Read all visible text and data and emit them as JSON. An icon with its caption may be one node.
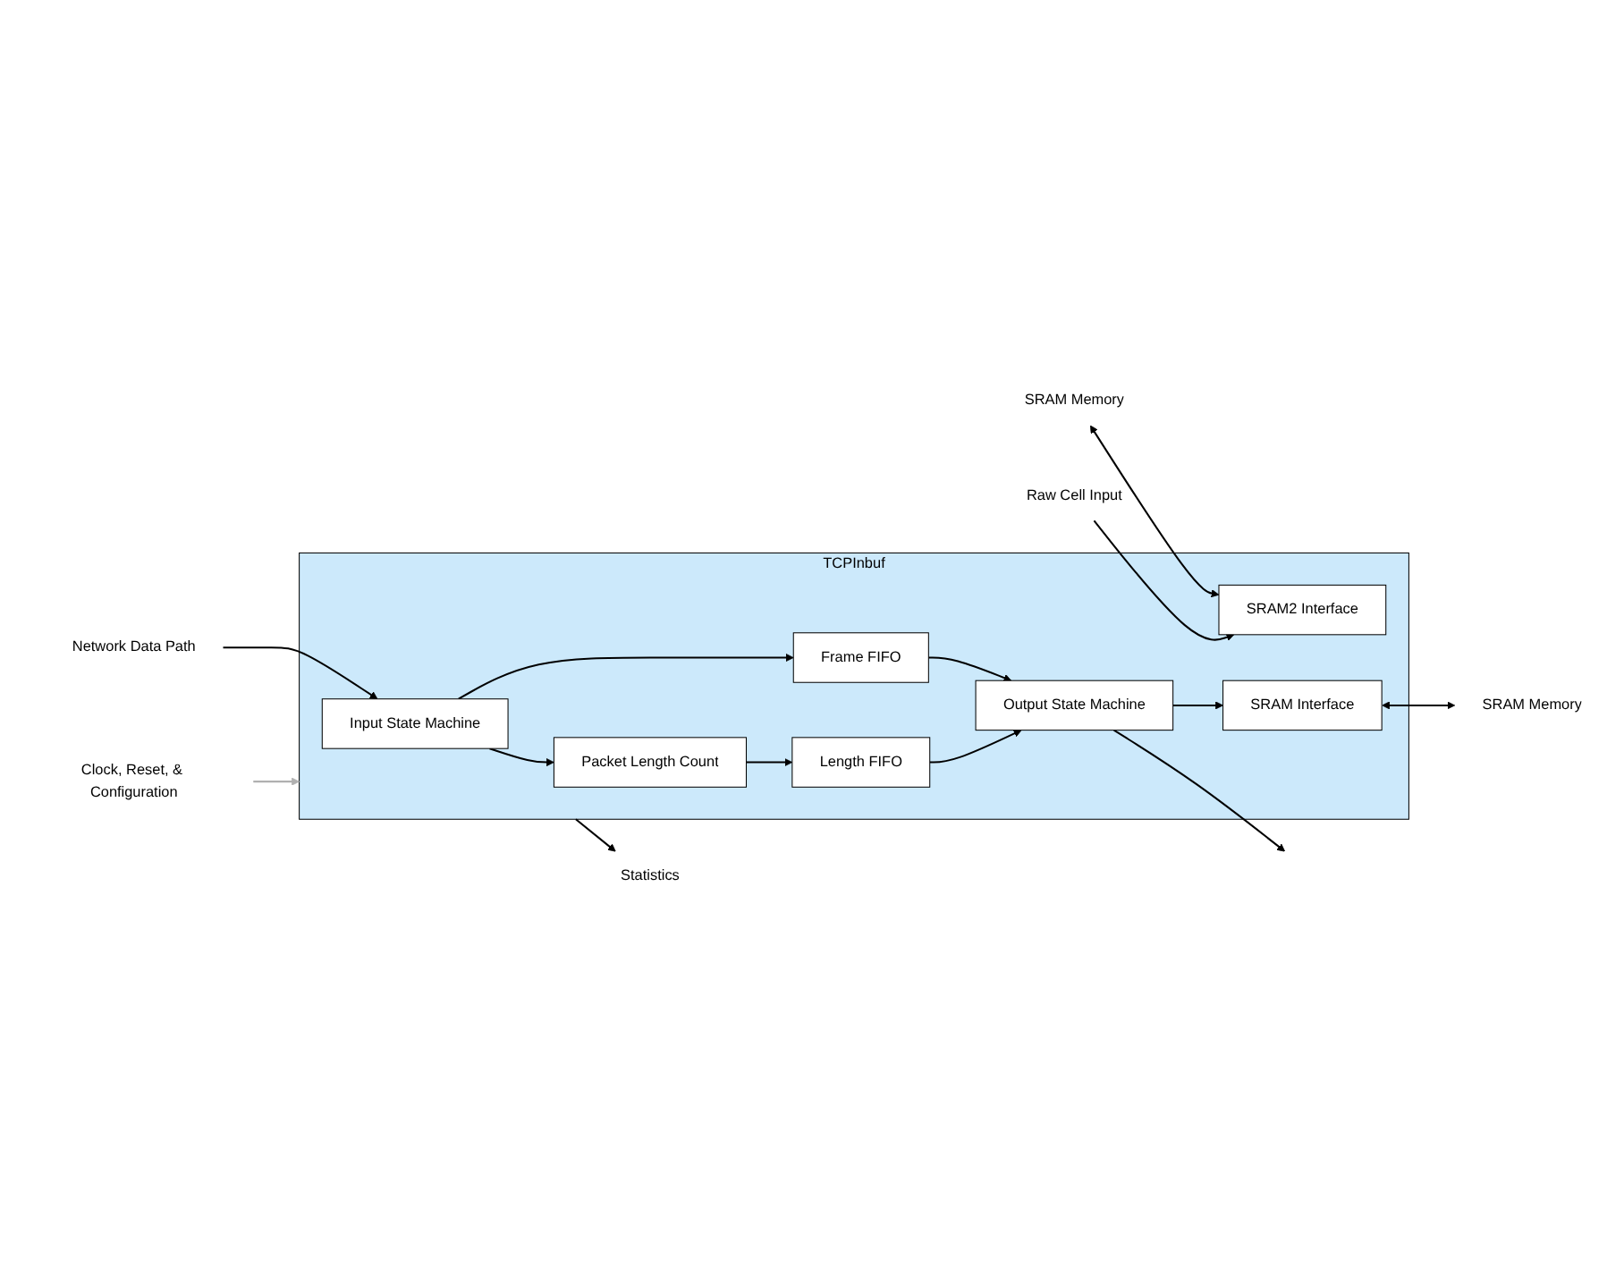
{
  "diagram": {
    "nodes": [
      {
        "text": [
          "TCPInbuf"
        ]
      },
      {
        "text": [
          "Input State Machine"
        ],
        "in": 0
      },
      {
        "text": [
          "Frame FIFO"
        ],
        "in": 0
      },
      {
        "text": [
          "Output State Machine"
        ],
        "in": 0
      },
      {
        "text": [
          "Packet Length Count"
        ],
        "in": 0
      },
      {
        "text": [
          "Length FIFO"
        ],
        "in": 0
      },
      {
        "text": [
          "SRAM2 Interface"
        ],
        "in": 0
      },
      {
        "text": [
          "SRAM Interface"
        ],
        "in": 0
      },
      {
        "text": [
          "Clock, Reset, & Configuration"
        ]
      },
      {
        "text": [
          "Statistics"
        ]
      },
      {
        "text": [
          "Network Data Path"
        ]
      },
      {
        "text": [
          "SRAM Memory"
        ]
      },
      {
        "text": [
          "SRAM Memory"
        ]
      },
      {
        "text": [
          "Raw Cell Input"
        ]
      }
    ],
    "edges": [
      {
        "from": 8,
        "to": 0,
        "arrow": "to",
        "color": "#b0b0b0"
      },
      {
        "from": 0,
        "to": 9,
        "arrow": "to"
      },
      {
        "from": 10,
        "to": 1,
        "arrow": "to"
      },
      {
        "from": 1,
        "to": 2,
        "arrow": "to"
      },
      {
        "from": 2,
        "to": 3,
        "arrow": "to"
      },
      {
        "from": 3,
        "to": null,
        "arrow": "to"
      },
      {
        "from": 1,
        "to": 4,
        "arrow": "to"
      },
      {
        "from": 4,
        "to": 5,
        "arrow": "to"
      },
      {
        "from": 5,
        "to": 3,
        "arrow": "to"
      },
      {
        "from": 3,
        "to": 7,
        "arrow": "to"
      },
      {
        "from": 11,
        "to": 6,
        "arrow": "both"
      },
      {
        "from": 7,
        "to": 12,
        "arrow": "both"
      },
      {
        "from": 13,
        "to": 6,
        "arrow": "to"
      }
    ]
  }
}
